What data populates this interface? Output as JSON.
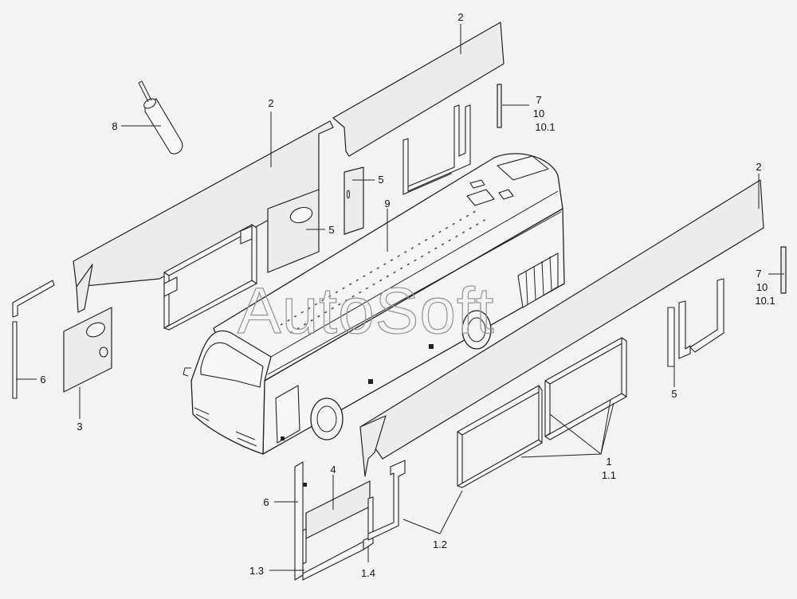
{
  "watermark": "AutoSoft",
  "callouts": {
    "c2_top": "2",
    "c2_mid": "2",
    "c2_right": "2",
    "c8": "8",
    "c7_top": "7",
    "c10_top": "10",
    "c10_1_top": "10.1",
    "c5_door": "5",
    "c5_panel": "5",
    "c9": "9",
    "c7_right": "7",
    "c10_right": "10",
    "c10_1_right": "10.1",
    "c6_left": "6",
    "c3": "3",
    "c5_right": "5",
    "c1": "1",
    "c1_1": "1.1",
    "c4": "4",
    "c6_bottom": "6",
    "c1_2": "1.2",
    "c1_3": "1.3",
    "c1_4": "1.4"
  }
}
